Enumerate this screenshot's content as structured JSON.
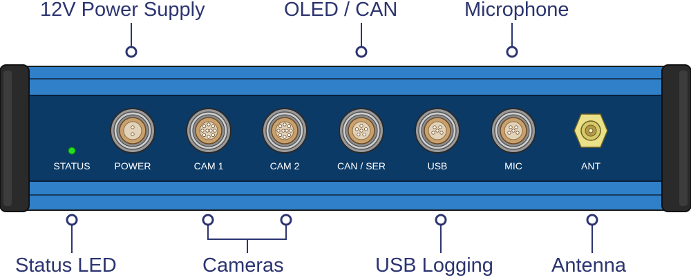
{
  "colors": {
    "accent_text": "#2c3470",
    "body_blue": "#2f80c8",
    "panel_navy": "#0c3a66",
    "status_led": "#22dd22",
    "end_cap": "#2a2a2a",
    "connector_brass": "#c9a16e",
    "antenna_gold": "#e9e089"
  },
  "callouts": {
    "top": [
      "12V Power Supply",
      "OLED / CAN",
      "Microphone"
    ],
    "bottom": [
      "Status LED",
      "Cameras",
      "USB Logging",
      "Antenna"
    ]
  },
  "panel": {
    "status_label": "STATUS",
    "connectors": [
      {
        "label": "POWER",
        "type": "power-connector",
        "pins": 2
      },
      {
        "label": "CAM 1",
        "type": "camera-connector",
        "pins": 10
      },
      {
        "label": "CAM 2",
        "type": "camera-connector",
        "pins": 10
      },
      {
        "label": "CAN / SER",
        "type": "can-connector",
        "pins": 6
      },
      {
        "label": "USB",
        "type": "usb-connector",
        "pins": 5
      },
      {
        "label": "MIC",
        "type": "mic-connector",
        "pins": 5
      },
      {
        "label": "ANT",
        "type": "antenna-connector",
        "pins": 0
      }
    ]
  }
}
